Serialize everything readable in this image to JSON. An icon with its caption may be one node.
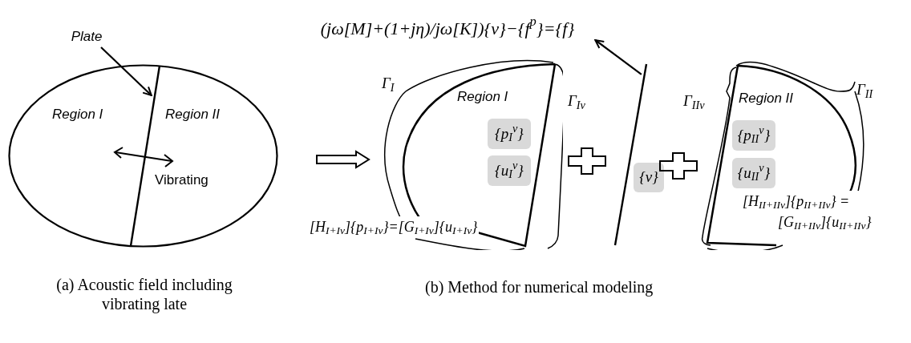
{
  "diagram": {
    "nodes": [
      {
        "text": [
          "Region I",
          "Region II",
          "Vibrating"
        ]
      },
      {
        "text": [
          "Plate"
        ]
      },
      {
        "text": [
          "(jω[M]+(1+jη)/jω[K]){v}−{f$^{p}$}={f}"
        ]
      },
      {
        "text": [
          "Region I"
        ]
      },
      {
        "text": [
          "{p$_{I}$$^{v}$}"
        ],
        "in": 3
      },
      {
        "text": [
          "{u$_{I}$$^{v}$}"
        ],
        "in": 3
      },
      {
        "text": [],
        "shape": "line"
      },
      {
        "text": [
          "{v}"
        ]
      },
      {
        "text": [
          "Region II"
        ]
      },
      {
        "text": [
          "{p$_{II}$$^{v}$}"
        ],
        "in": 8
      },
      {
        "text": [
          "{u$_{II}$$^{v}$}"
        ],
        "in": 8
      },
      {
        "text": [],
        "shape": "line",
        "in": 0
      }
    ],
    "edges": [
      {
        "from": 1,
        "to": 11,
        "arrow": "to"
      },
      {
        "from": 6,
        "to": 2,
        "arrow": "to"
      },
      {
        "from": 0,
        "to": 3,
        "arrow": "to",
        "style": "thick"
      }
    ],
    "labels": [
      "Γ$_{I}$",
      "Γ$_{Iv}$",
      "[H$_{I+Iv}$]{p$_{I+Iv}$}=[G$_{I+Iv}$]{u$_{I+Iv}$}",
      "Γ$_{IIv}$",
      "Γ$_{II}$",
      "[H$_{II+IIv}$]{p$_{II+IIv}$} =[G$_{II+IIv}$]{u$_{II+IIv}$}",
      "(a) Acoustic field including vibrating late",
      "(b) Method for numerical modeling"
    ]
  }
}
